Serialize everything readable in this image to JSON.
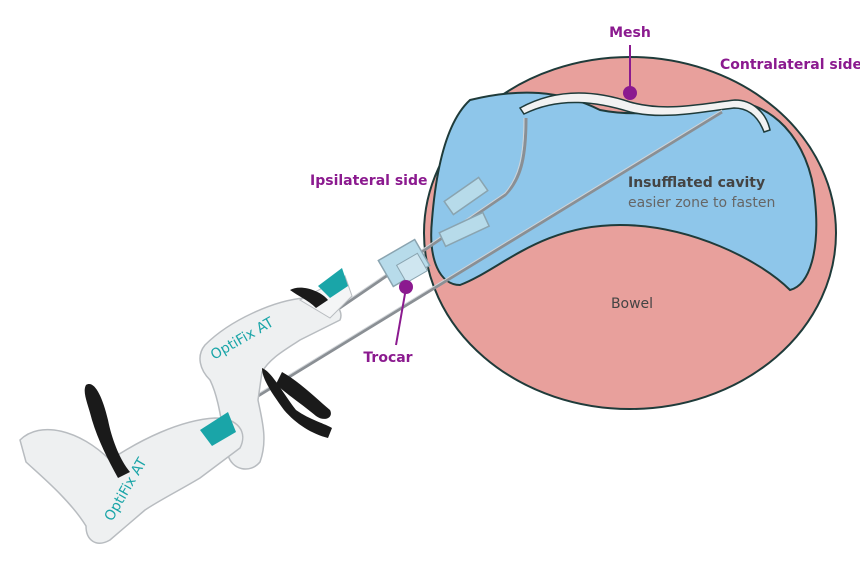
{
  "labels": {
    "mesh": "Mesh",
    "contralateral": "Contralateral side",
    "ipsilateral": "Ipsilateral side",
    "cavity_title": "Insufflated cavity",
    "cavity_sub": "easier zone to fasten",
    "bowel": "Bowel",
    "trocar": "Trocar"
  },
  "device": {
    "brand_text_upper": "OptiFix AT",
    "brand_text_lower": "OptiFix AT"
  },
  "colors": {
    "accent_purple": "#8b1a8f",
    "abdominal_wall": "#e8a09c",
    "cavity_blue": "#8ec6ea",
    "bowel_pink": "#e8a09c",
    "outline": "#1f3b3a",
    "device_teal": "#1aa5a8"
  }
}
